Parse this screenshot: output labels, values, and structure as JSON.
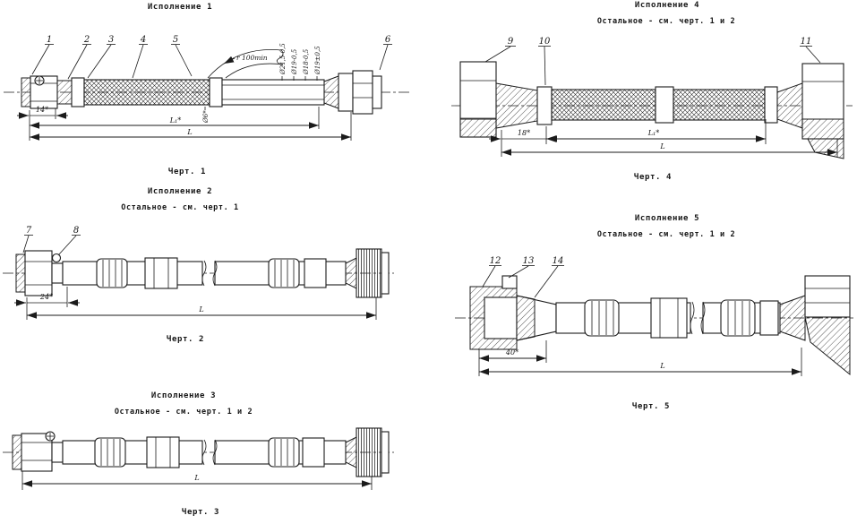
{
  "colors": {
    "ink": "#1b1b1b",
    "paper": "#ffffff"
  },
  "p1": {
    "title": "Исполнение 1",
    "caption": "Черт. 1",
    "callouts": [
      "1",
      "2",
      "3",
      "4",
      "5",
      "6"
    ],
    "bend_radius": "r 100min",
    "diameters": [
      "Ø21,5-0,5",
      "Ø19-0,5",
      "Ø18-0,5",
      "Ø19±0,5"
    ],
    "bore": "Ø6*",
    "dim_short": "14*",
    "dim_l1": "L₁*",
    "dim_l": "L"
  },
  "p2": {
    "title": "Исполнение 2",
    "note": "Остальное - см. черт. 1",
    "caption": "Черт. 2",
    "callouts": [
      "7",
      "8"
    ],
    "dim_short": "24*",
    "dim_l": "L"
  },
  "p3": {
    "title": "Исполнение 3",
    "note": "Остальное - см. черт. 1 и 2",
    "caption": "Черт. 3",
    "dim_l": "L"
  },
  "p4": {
    "title": "Исполнение 4",
    "note": "Остальное - см. черт. 1 и 2",
    "caption": "Черт. 4",
    "callouts": [
      "9",
      "10",
      "11"
    ],
    "dim_short": "18*",
    "dim_l1": "L₁*",
    "dim_l": "L"
  },
  "p5": {
    "title": "Исполнение 5",
    "note": "Остальное - см. черт. 1 и 2",
    "caption": "Черт. 5",
    "callouts": [
      "12",
      "13",
      "14"
    ],
    "dim_short": "40*",
    "dim_l": "L"
  }
}
